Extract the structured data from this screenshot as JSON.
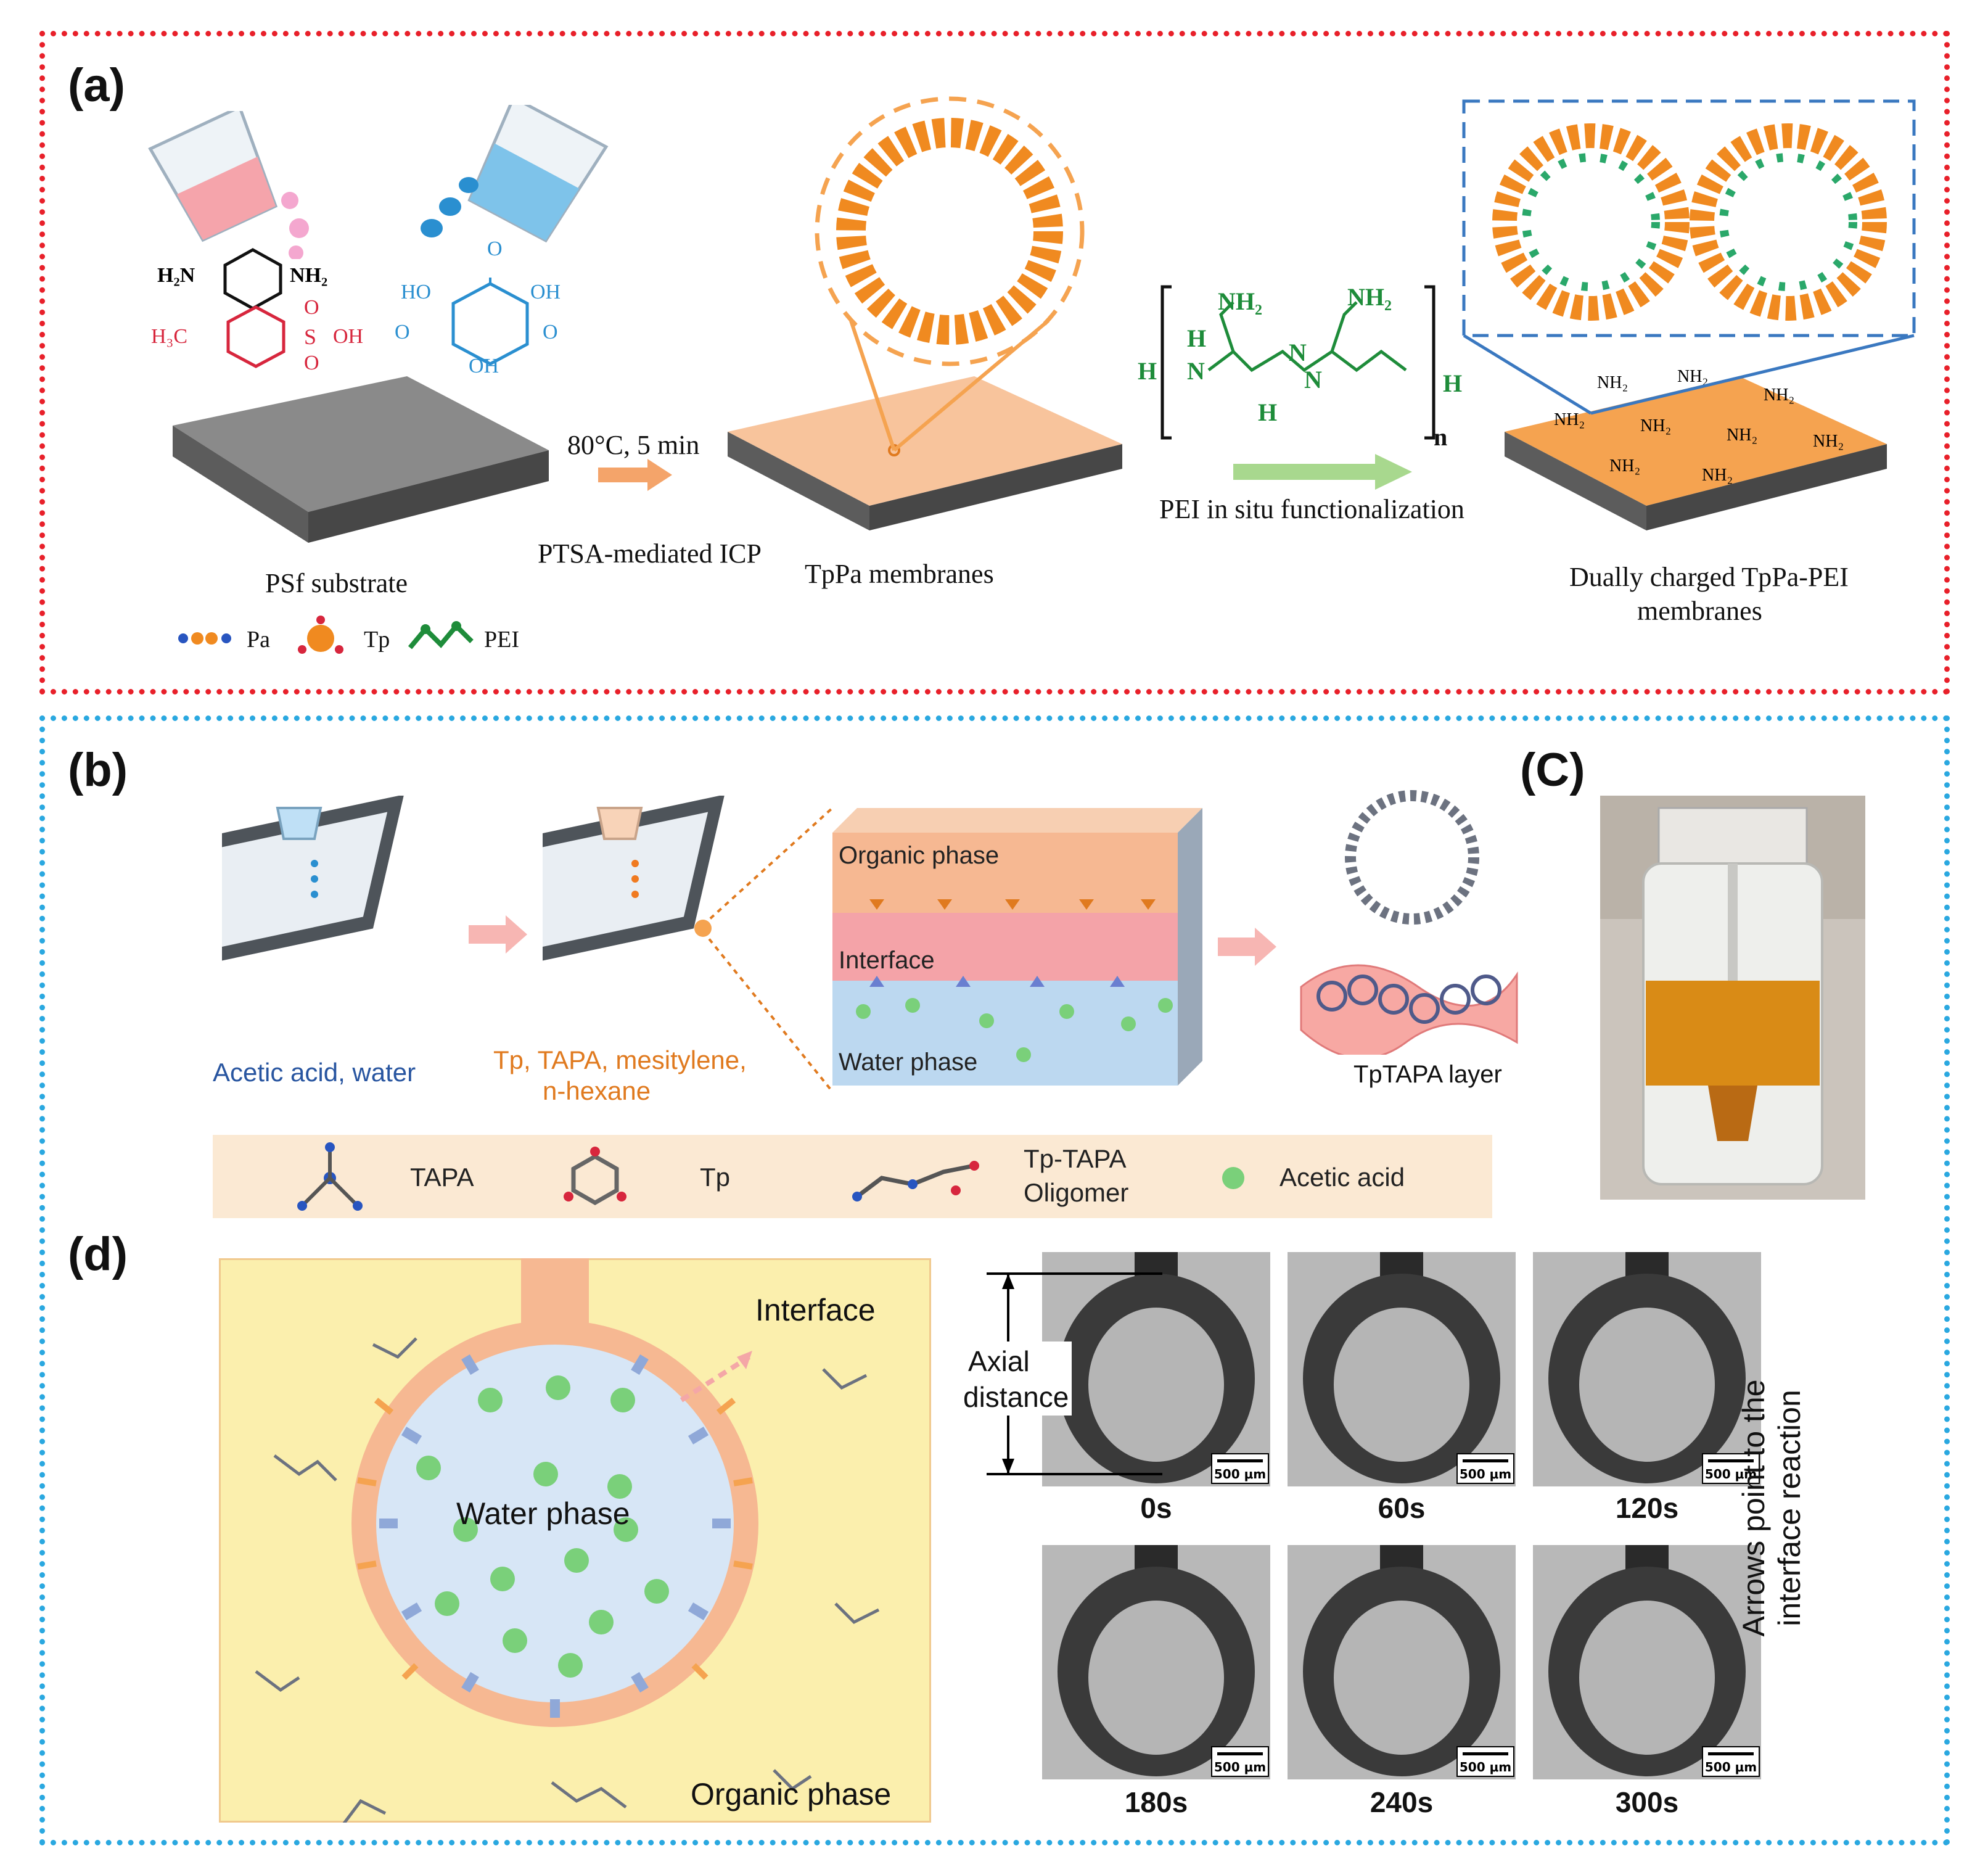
{
  "panel_a": {
    "label": "(a)",
    "chem_pa_amine_left": "H₂N",
    "chem_pa_amine_right": "NH₂",
    "chem_ptsa_methyl": "H₃C",
    "chem_ptsa_s": "S",
    "chem_ptsa_oh": "OH",
    "chem_tp_ho": "HO",
    "chem_tp_oh": "OH",
    "chem_o": "O",
    "condition": "80°C, 5 min",
    "step1_caption": "PTSA-mediated ICP",
    "substrate_caption": "PSf substrate",
    "tppa_caption": "TpPa membranes",
    "pei_nh2": "NH₂",
    "pei_h": "H",
    "pei_n": "N",
    "pei_subscript": "n",
    "step2_caption": "PEI in situ functionalization",
    "final_caption_line1": "Dually charged TpPa-PEI",
    "final_caption_line2": "membranes",
    "surface_label": "NH₂",
    "legend": {
      "pa": "Pa",
      "tp": "Tp",
      "pei": "PEI"
    },
    "colors": {
      "border": "#e8202a",
      "orange": "#f5a350",
      "pei_green": "#1e8c3a"
    }
  },
  "panel_b": {
    "label": "(b)",
    "step1_caption": "Acetic acid, water",
    "step2_caption_line1": "Tp, TAPA, mesitylene,",
    "step2_caption_line2": "n-hexane",
    "organic_phase": "Organic phase",
    "interface": "Interface",
    "water_phase": "Water phase",
    "product_caption": "TpTAPA layer",
    "legend": {
      "tapa": "TAPA",
      "tp": "Tp",
      "oligomer_line1": "Tp-TAPA",
      "oligomer_line2": "Oligomer",
      "acetic_acid": "Acetic acid"
    },
    "colors": {
      "border": "#2aa8e0",
      "caption_blue": "#2855a0",
      "caption_orange": "#e07a1f"
    }
  },
  "panel_c": {
    "label": "(C)"
  },
  "panel_d": {
    "label": "(d)",
    "interface": "Interface",
    "water_phase": "Water phase",
    "organic_phase": "Organic phase",
    "axial_distance_line1": "Axial",
    "axial_distance_line2": "distance",
    "scale_bar": "500 μm",
    "times": [
      "0s",
      "60s",
      "120s",
      "180s",
      "240s",
      "300s"
    ],
    "side_note_line1": "Arrows point to the",
    "side_note_line2": "interface reaction"
  }
}
